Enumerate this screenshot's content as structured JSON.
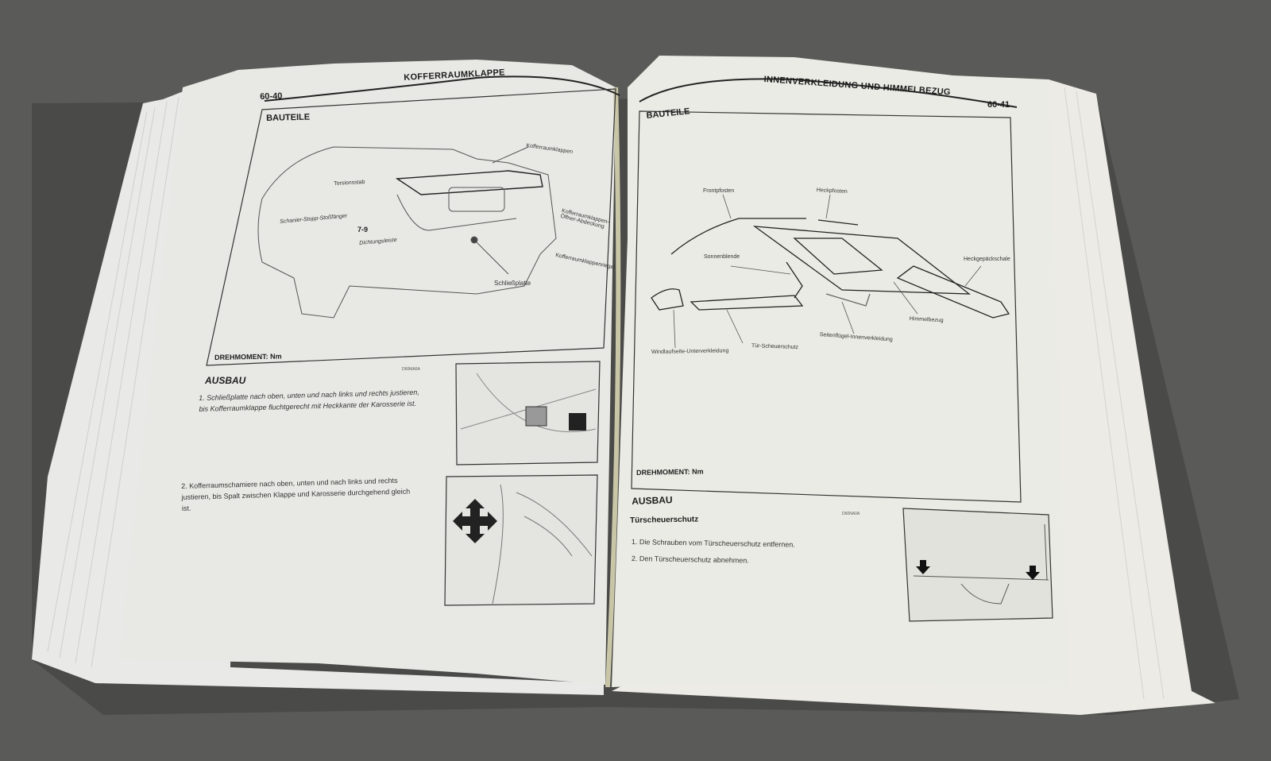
{
  "left_page": {
    "page_number": "60-40",
    "running_header": "KOFFERRAUMKLAPPE",
    "section_title": "BAUTEILE",
    "diagram_labels": {
      "kofferraumklappen": "Kofferraumklappen",
      "torsionsstab": "Torsionsstab",
      "schanier": "Schanier-Stopp-Stoßfänger",
      "torque": "7-9",
      "dichtungsleiste": "Dichtungsleiste",
      "oeffner": "Kofferraumklappen-Öffner-Abdeckung",
      "riegel": "Kofferraumklappenriegel",
      "schliessplatte": "Schließplatte"
    },
    "torque_unit": "DREHMOMENT:  Nm",
    "figure_code": "D60MA0A",
    "removal_title": "AUSBAU",
    "steps": [
      "1.  Schließplatte nach oben, unten und nach links und rechts justieren, bis Kofferraumklappe fluchtgerecht mit Heckkante der Karosserie ist.",
      "2.  Kofferraumschamiere nach oben, unten und nach links und rechts justieren, bis Spalt zwischen Klappe und Karosserie durchgehend gleich ist."
    ]
  },
  "right_page": {
    "page_number": "60-41",
    "running_header": "INNENVERKLEIDUNG UND HIMMELBEZUG",
    "section_title": "BAUTEILE",
    "diagram_labels": {
      "frontpfosten": "Frontpfosten",
      "heckpfosten": "Heckpfosten",
      "sonnenblende": "Sonnenblende",
      "heckgepaeck": "Heckgepäckschale",
      "himmelbezug": "Himmelbezug",
      "seitenfluegel": "Seitenflügel-Innenverkleidung",
      "tuerscheuer": "Tür-Scheuerschutz",
      "windlauf": "Windlaufseite-Unterverkleidung"
    },
    "torque_unit": "DREHMOMENT:  Nm",
    "figure_code": "D60NA0A",
    "removal_title": "AUSBAU",
    "subsection_title": "Türscheuerschutz",
    "steps": [
      "1.  Die Schrauben vom Türscheuerschutz entfernen.",
      "2.  Den Türscheuerschutz abnehmen."
    ]
  }
}
